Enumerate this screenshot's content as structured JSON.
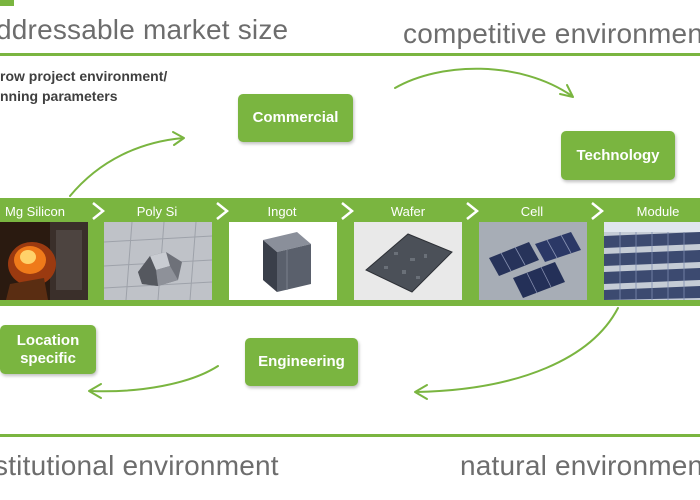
{
  "corners": {
    "top_left": "ddressable market size",
    "top_right": "competitive environmen",
    "bottom_left": "stitutional environment",
    "bottom_right": "natural environmen"
  },
  "subtext": [
    "row project environment/",
    "nning parameters"
  ],
  "boxes": {
    "commercial": "Commercial",
    "technology": "Technology",
    "location_line1": "Location",
    "location_line2": "specific",
    "engineering": "Engineering"
  },
  "stages": [
    "Mg Silicon",
    "Poly Si",
    "Ingot",
    "Wafer",
    "Cell",
    "Module"
  ],
  "colors": {
    "accent": "#7ab540",
    "corner_text": "#6d6d6d",
    "subtext": "#3f3f3f"
  }
}
